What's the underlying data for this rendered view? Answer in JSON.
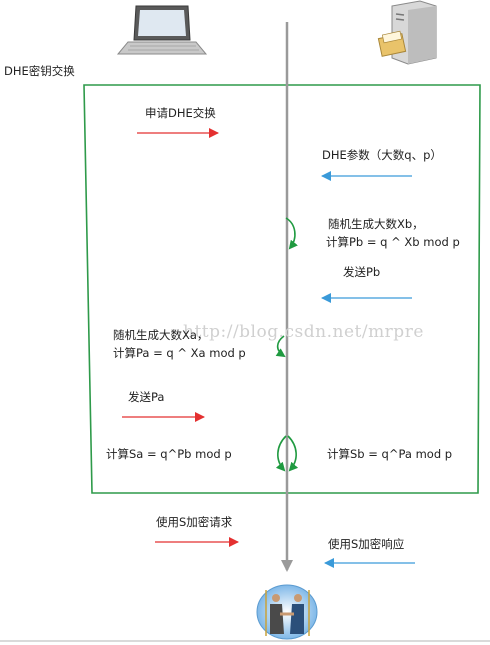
{
  "section_label": "DHE密钥交换",
  "watermark": "http://blog.csdn.net/mrpre",
  "steps": {
    "request": "申请DHE交换",
    "params": "DHE参数（大数q、p）",
    "server_random": "随机生成大数Xb，",
    "server_compute": "计算Pb = q ^ Xb mod p",
    "server_send": "发送Pb",
    "client_random": "随机生成大数Xa，",
    "client_compute": "计算Pa = q ^ Xa mod p",
    "client_send": "发送Pa",
    "client_secret": "计算Sa = q^Pb mod p",
    "server_secret": "计算Sb = q^Pa mod p",
    "encrypted_request": "使用S加密请求",
    "encrypted_response": "使用S加密响应"
  },
  "colors": {
    "box_border": "#2e9a4a",
    "timeline": "#9a9a9a",
    "to_server_arrow": "#e43030",
    "to_client_arrow": "#3a9ad9",
    "compute_arrow": "#1f9a40"
  },
  "icons": {
    "client": "laptop-icon",
    "server": "server-icon",
    "handshake": "handshake-icon"
  }
}
